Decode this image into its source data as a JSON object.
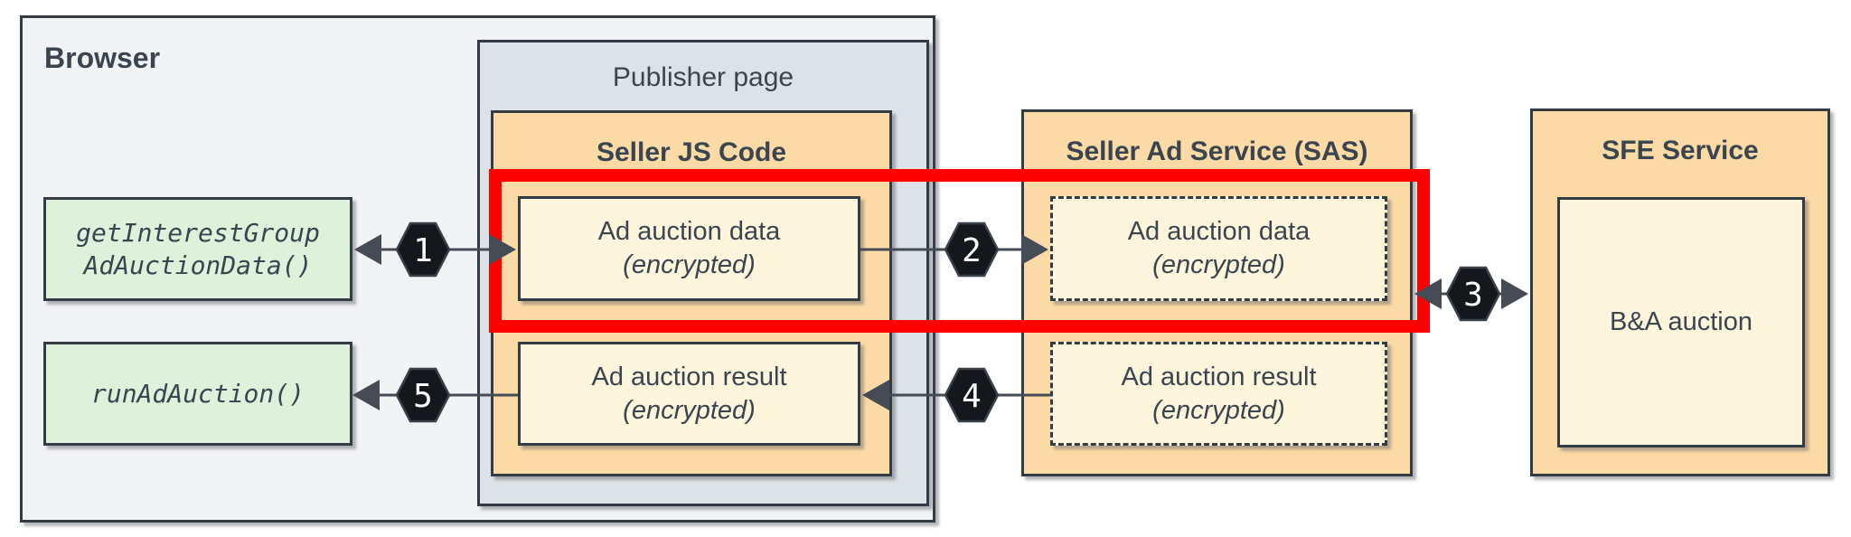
{
  "diagram": {
    "browser_label": "Browser",
    "publisher_label": "Publisher page",
    "seller_js_label": "Seller JS Code",
    "sas_label": "Seller Ad Service (SAS)",
    "sfe_label": "SFE Service"
  },
  "nodes": {
    "get_interest_group": {
      "line1": "getInterestGroup",
      "line2": "AdAuctionData()"
    },
    "run_ad_auction": {
      "label": "runAdAuction()"
    },
    "seller_js_data": {
      "line1": "Ad auction data",
      "line2": "(encrypted)"
    },
    "seller_js_result": {
      "line1": "Ad auction result",
      "line2": "(encrypted)"
    },
    "sas_data": {
      "line1": "Ad auction data",
      "line2": "(encrypted)"
    },
    "sas_result": {
      "line1": "Ad auction result",
      "line2": "(encrypted)"
    },
    "sfe_auction": {
      "label": "B&A auction"
    }
  },
  "steps": [
    {
      "label": "1"
    },
    {
      "label": "2"
    },
    {
      "label": "3"
    },
    {
      "label": "4"
    },
    {
      "label": "5"
    }
  ],
  "colors": {
    "highlight": "#ff0000",
    "container_orange": "#fcdaa5",
    "box_cream": "#fdf5dc",
    "box_green": "#def2db",
    "browser_gray": "#f2f3f5",
    "publisher_gray": "#dde2e6",
    "border_dark": "#333b45",
    "badge_black": "#14171b"
  }
}
